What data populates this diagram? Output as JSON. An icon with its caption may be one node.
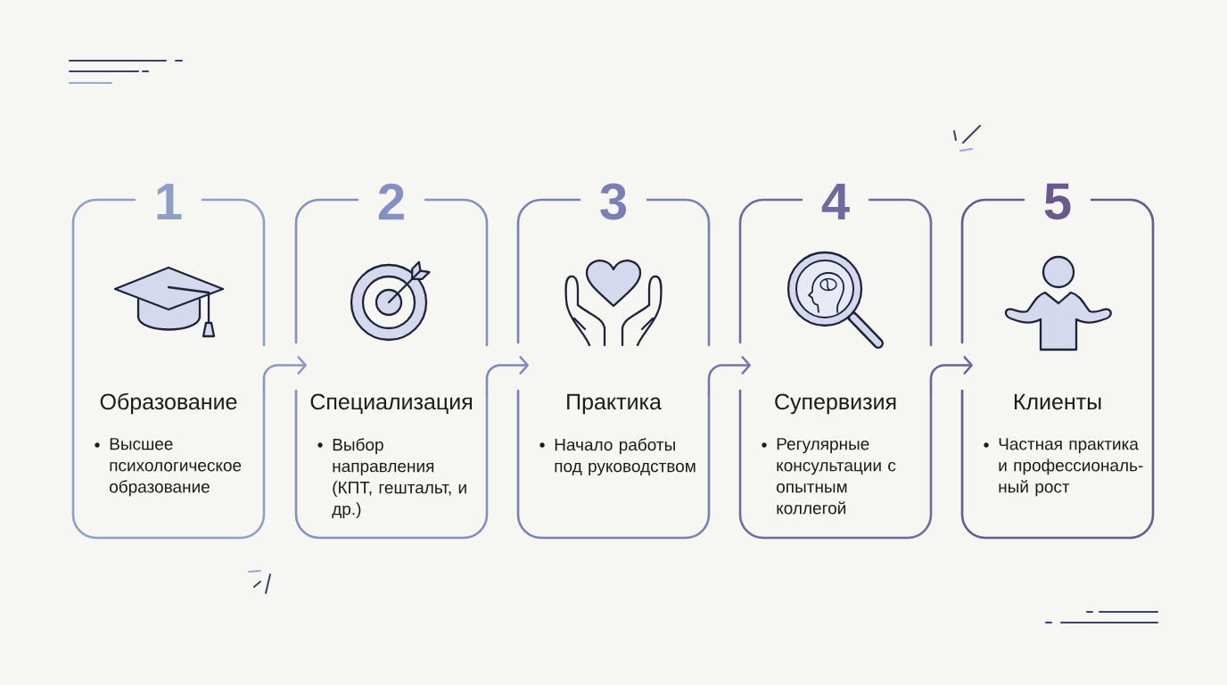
{
  "diagram": {
    "nodes": [
      {
        "text": [
          "1",
          "Образование",
          "Высшее психологическое образование"
        ]
      },
      {
        "text": [
          "2",
          "Специализация",
          "Выбор направления (КПТ, гештальт, и др.)"
        ]
      },
      {
        "text": [
          "3",
          "Практика",
          "Начало работы под руководством"
        ]
      },
      {
        "text": [
          "4",
          "Супервизия",
          "Регулярные консультации с опытным коллегой"
        ]
      },
      {
        "text": [
          "5",
          "Клиенты",
          "Частная практика и профессиональ- ный рост"
        ]
      }
    ],
    "edges": [
      {
        "from": 0,
        "to": 1,
        "arrow": "to",
        "color": "#8698c4"
      },
      {
        "from": 1,
        "to": 2,
        "arrow": "to",
        "color": "#7e88bb"
      },
      {
        "from": 2,
        "to": 3,
        "arrow": "to",
        "color": "#7575aa"
      },
      {
        "from": 3,
        "to": 4,
        "arrow": "to",
        "color": "#6c6298"
      }
    ]
  }
}
